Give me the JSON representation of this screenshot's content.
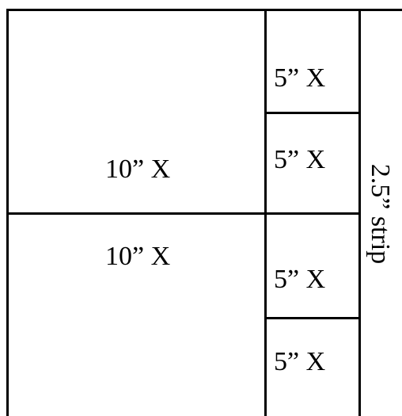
{
  "diagram": {
    "large_top_label": "10” X",
    "large_bottom_label": "10” X",
    "small_1_label": "5” X",
    "small_2_label": "5” X",
    "small_3_label": "5” X",
    "small_4_label": "5” X",
    "strip_label": "2.5” strip",
    "line_color": "#000000"
  }
}
